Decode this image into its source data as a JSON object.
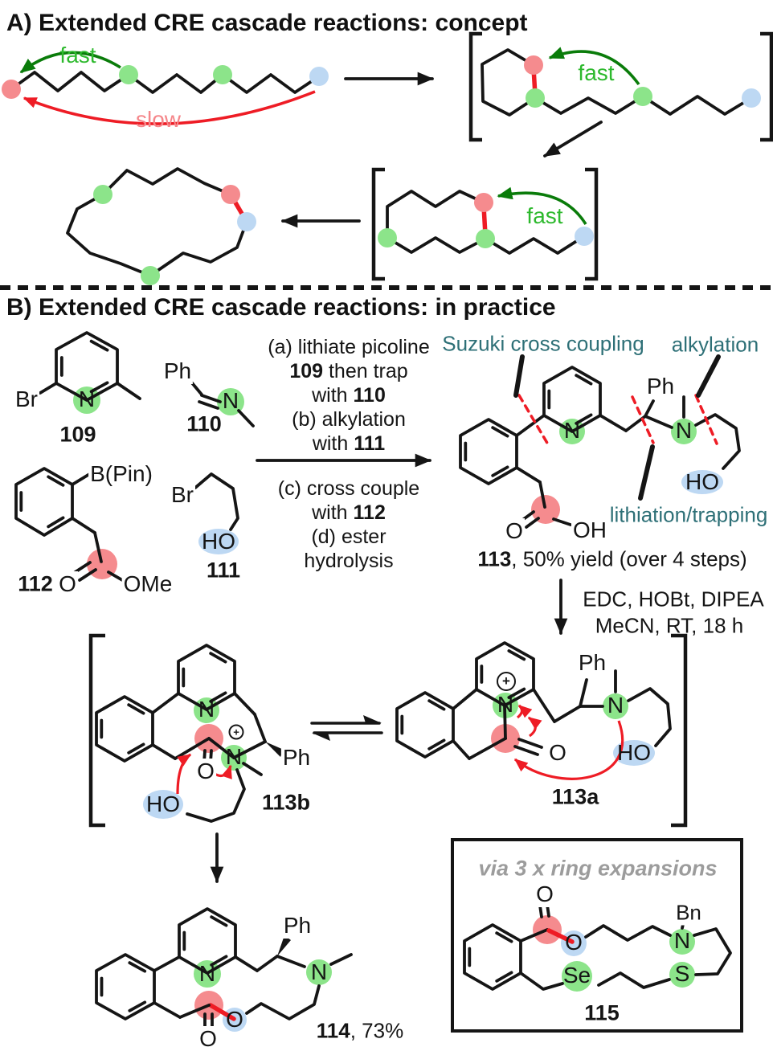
{
  "colors": {
    "node_green": "#8ce48a",
    "node_red": "#f58b8e",
    "node_blue": "#bdd8f3",
    "bond_black": "#151515",
    "arrow_green": "#0a7c0a",
    "fast_text_green": "#2db92d",
    "arrow_red": "#ee1c25",
    "slow_text_pink": "#f5868a",
    "teal_annotation": "#2e7077",
    "gray_annotation": "#9c9c9c"
  },
  "a": {
    "title": "A) Extended CRE cascade reactions: concept",
    "fast": "fast",
    "slow": "slow"
  },
  "b": {
    "title": "B) Extended CRE cascade reactions: in practice",
    "c109": {
      "num": "109",
      "br": "Br",
      "n": "N"
    },
    "c110": {
      "num": "110",
      "ph": "Ph",
      "n": "N"
    },
    "c111": {
      "num": "111",
      "br": "Br",
      "ho": "HO"
    },
    "c112": {
      "num": "112",
      "bpin": "B(Pin)",
      "o": "O",
      "ome": "OMe"
    },
    "step": {
      "above": [
        [
          {
            "t": "(a) lithiate picoline"
          }
        ],
        [
          {
            "t": "109",
            "b": true
          },
          {
            "t": " then trap"
          }
        ],
        [
          {
            "t": "with "
          },
          {
            "t": "110",
            "b": true
          }
        ],
        [
          {
            "t": "(b) alkylation"
          }
        ],
        [
          {
            "t": "with "
          },
          {
            "t": "111",
            "b": true
          }
        ]
      ],
      "below": [
        [
          {
            "t": "(c) cross couple"
          }
        ],
        [
          {
            "t": "with "
          },
          {
            "t": "112",
            "b": true
          }
        ],
        [
          {
            "t": "(d) ester"
          }
        ],
        [
          {
            "t": "hydrolysis"
          }
        ]
      ]
    },
    "ann": {
      "suzuki": "Suzuki cross coupling",
      "alkylation": "alkylation",
      "lithiation": "lithiation/trapping"
    },
    "c113": {
      "num": "113",
      "caption_rest": ", 50% yield (over 4 steps)",
      "n_pyridine": "N",
      "n_amine": "N",
      "ph": "Ph",
      "ho": "HO",
      "o": "O",
      "oh": "OH"
    },
    "amide": {
      "line1": "EDC, HOBt, DIPEA",
      "line2": "MeCN, RT, 18 h"
    },
    "c113b": {
      "num": "113b",
      "n_pyridine": "N",
      "n_ammonium": "N",
      "charge": "+",
      "o": "O",
      "ph": "Ph",
      "ho": "HO"
    },
    "c113a": {
      "num": "113a",
      "n_pyridinium": "N",
      "n_amine": "N",
      "charge": "+",
      "o": "O",
      "ph": "Ph",
      "ho": "HO"
    },
    "c114": {
      "num": "114",
      "yield_rest": ", 73%",
      "n_pyridine": "N",
      "n_amine": "N",
      "ph": "Ph",
      "o_ester": "O",
      "o_carbonyl": "O"
    },
    "box115": {
      "header": "via 3 x ring expansions",
      "num": "115",
      "o_carbonyl": "O",
      "o_ester": "O",
      "bn": "Bn",
      "n": "N",
      "se": "Se",
      "s": "S"
    }
  }
}
